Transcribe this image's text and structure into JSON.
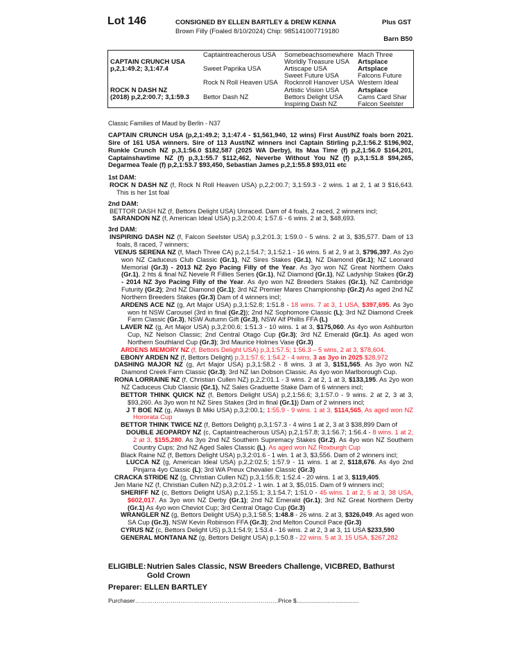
{
  "header": {
    "lot": "Lot 146",
    "consignor": "CONSIGNED BY ELLEN BARTLEY & DREW KENNA",
    "description": "Brown Filly (Foaled 8/10/2024) Chip: 985141007719180",
    "plus_gst": "Plus GST",
    "barn": "Barn B50"
  },
  "pedigree": {
    "rows": [
      [
        [
          "",
          ""
        ],
        [
          "Captaintreacherous USA",
          ""
        ],
        [
          "Somebeachsomewhere",
          ""
        ],
        [
          "Mach Three",
          ""
        ]
      ],
      [
        [
          " CAPTAIN CRUNCH USA",
          "b"
        ],
        [
          "",
          ""
        ],
        [
          "Worldly Treasure USA",
          ""
        ],
        [
          "Artsplace",
          "b"
        ]
      ],
      [
        [
          "p,2,1:49.2; 3,1:47.4",
          "b"
        ],
        [
          "Sweet Paprika USA",
          ""
        ],
        [
          "Artiscape USA",
          ""
        ],
        [
          "Artsplace",
          "b"
        ]
      ],
      [
        [
          "",
          ""
        ],
        [
          "",
          ""
        ],
        [
          "Sweet Future USA",
          ""
        ],
        [
          "Falcons Future",
          ""
        ]
      ],
      [
        [
          "",
          ""
        ],
        [
          "Rock N Roll Heaven USA",
          ""
        ],
        [
          "Rocknroll Hanover USA",
          ""
        ],
        [
          "Western Ideal",
          ""
        ]
      ],
      [
        [
          " ROCK N DASH NZ",
          "b"
        ],
        [
          "",
          ""
        ],
        [
          "Artistic Vision USA",
          ""
        ],
        [
          "Artsplace",
          "b"
        ]
      ],
      [
        [
          "(2018) p,2,2:00.7; 3,1:59.3",
          "b"
        ],
        [
          "Bettor Dash NZ",
          ""
        ],
        [
          "Bettors Delight USA",
          ""
        ],
        [
          "Cams Card Shar",
          ""
        ]
      ],
      [
        [
          "",
          ""
        ],
        [
          "",
          ""
        ],
        [
          "Inspiring Dash NZ",
          ""
        ],
        [
          "Falcon Seelster",
          ""
        ]
      ]
    ]
  },
  "family": "Classic Families of Maud by Berlin - N37",
  "sire_note": "CAPTAIN CRUNCH USA (p,2,1:49.2; 3,1:47.4 - $1,561,940, 12 wins) First Aust/NZ foals born 2021. Sire of 161 USA winners. Sire of 113 Aust/NZ winners incl Captain Stirling p,2,1:56.2 $196,902, Runkle Crunch NZ p,3,1:56.0 $182,587 (2025 WA Derby), Its Maa Time (f) p,2,1:56.0 $164,201, Captainshavtime NZ (f)  p,3,1:55.7 $112,462, Neverbe Without You NZ (f) p,3,1:51.8 $94,265, Degarmea Teale (f) p,2,1:53.7 $93,450, Sebastian James p,2,1:55.8 $93,011 etc",
  "sections": [
    {
      "heading": "1st DAM:",
      "entries": [
        {
          "level": "0",
          "segments": [
            [
              "ROCK N DASH NZ",
              "b"
            ],
            [
              " (f, Rock N Roll Heaven USA) p,2,2:00.7; 3,1:59.3 - 2 wins. 1 at 2, 1 at 3 $16,643. This is her 1st foal",
              ""
            ]
          ]
        }
      ]
    },
    {
      "heading": "2nd DAM:",
      "entries": [
        {
          "level": "0",
          "segments": [
            [
              "BETTOR DASH NZ (f, Bettors Delight USA) Unraced. Dam of 4 foals, 2 raced, 2 winners incl;",
              ""
            ]
          ]
        },
        {
          "level": "m",
          "segments": [
            [
              "SARANDON NZ",
              "b"
            ],
            [
              " (f, American Ideal USA) p,3,2:00.4; 1:57.6 - 6 wins. 2 at 3, $48,693.",
              ""
            ]
          ]
        }
      ]
    },
    {
      "heading": "3rd DAM:",
      "entries": [
        {
          "level": "0",
          "segments": [
            [
              "INSPIRING DASH NZ",
              "b"
            ],
            [
              " (f, Falcon Seelster USA) p,3,2:01.3; 1:59.0 - 5 wins. 2 at 3, $35,577. Dam of 13 foals, 8 raced, 7 winners;",
              ""
            ]
          ]
        },
        {
          "level": "1",
          "segments": [
            [
              "VENUS SERENA NZ",
              "b"
            ],
            [
              " (f, Mach Three CA) p,2,1:54.7; 3,1:52.1 - 16 wins. 5 at 2, 9 at 3, ",
              ""
            ],
            [
              "$796,397",
              "b"
            ],
            [
              ". As 2yo won NZ Caduceus Club Classic ",
              ""
            ],
            [
              "(Gr.1)",
              "b"
            ],
            [
              ", NZ Sires Stakes ",
              ""
            ],
            [
              "(Gr.1)",
              "b"
            ],
            [
              ", NZ Diamond ",
              ""
            ],
            [
              "(Gr.1)",
              "b"
            ],
            [
              "; NZ Leonard Memorial ",
              ""
            ],
            [
              "(Gr.3)",
              "b"
            ],
            [
              " - 2013 NZ 2yo Pacing Filly of the Year",
              "b"
            ],
            [
              ". As 3yo won NZ Great Northern Oaks ",
              ""
            ],
            [
              "(Gr.1)",
              "b"
            ],
            [
              ", 2 hts & final NZ Nevele R Fillies Series ",
              ""
            ],
            [
              "(Gr.1)",
              "b"
            ],
            [
              ", NZ Diamond ",
              ""
            ],
            [
              "(Gr.1)",
              "b"
            ],
            [
              ", NZ Ladyship Stakes ",
              ""
            ],
            [
              "(Gr.2)",
              "b"
            ],
            [
              " - 2014 NZ 3yo Pacing Filly of the Year",
              "b"
            ],
            [
              ". As 4yo won NZ Breeders Stakes ",
              ""
            ],
            [
              "(Gr.1)",
              "b"
            ],
            [
              ", NZ Cambridge Futurity ",
              ""
            ],
            [
              "(Gr.2)",
              "b"
            ],
            [
              "; 2nd NZ Diamond ",
              ""
            ],
            [
              "(Gr.1)",
              "b"
            ],
            [
              "; 3rd NZ Premier Mares Championship ",
              ""
            ],
            [
              "(Gr.2)",
              "b"
            ],
            [
              " As aged 2nd NZ Northern Breeders Stakes ",
              ""
            ],
            [
              "(Gr.3)",
              "b"
            ],
            [
              " Dam of 4 winners incl;",
              ""
            ]
          ]
        },
        {
          "level": "2",
          "segments": [
            [
              "ARDENS ACE NZ",
              "b"
            ],
            [
              " (g, Art Major USA) p,3,1:52.8; 1:51.8 - ",
              ""
            ],
            [
              "18 wins. 7 at 3, 1 USA, ",
              "r"
            ],
            [
              "$397,695",
              "br"
            ],
            [
              ". As 3yo won ht NSW Carousel (3rd in final ",
              ""
            ],
            [
              "(Gr.2)",
              "b"
            ],
            [
              "); 2nd NZ Sophomore Classic ",
              ""
            ],
            [
              "(L)",
              "b"
            ],
            [
              "; 3rd NZ Diamond Creek Farm Classic ",
              ""
            ],
            [
              "(Gr.3)",
              "b"
            ],
            [
              ", NSW Autumn Gift ",
              ""
            ],
            [
              "(Gr.3)",
              "b"
            ],
            [
              ", NSW Alf Phillis FFA ",
              ""
            ],
            [
              "(L)",
              "b"
            ]
          ]
        },
        {
          "level": "2",
          "segments": [
            [
              "LAVER NZ",
              "b"
            ],
            [
              " (g, Art Major USA) p,3,2:00.6; 1:51.3 - 10 wins. 1 at 3, ",
              ""
            ],
            [
              "$175,060",
              "b"
            ],
            [
              ". As 4yo won Ashburton Cup, NZ Nelson Classic; 2nd Central Otago Cup ",
              ""
            ],
            [
              "(Gr.3)",
              "b"
            ],
            [
              "; 3rd NZ Emerald ",
              ""
            ],
            [
              "(Gr.1)",
              "b"
            ],
            [
              ". As aged won Northern Southland Cup ",
              ""
            ],
            [
              "(Gr.3)",
              "b"
            ],
            [
              "; 3rd Maurice Holmes Vase ",
              ""
            ],
            [
              "(Gr.3)",
              "b"
            ]
          ]
        },
        {
          "level": "2",
          "segments": [
            [
              "ARDENS MEMORY NZ",
              "br"
            ],
            [
              " (f, Bettors Delight USA) p,3,1:57.5; 1:56.3 – 5 wins, 2 at 3, $78,604.",
              "r"
            ]
          ]
        },
        {
          "level": "2",
          "segments": [
            [
              "EBONY ARDEN NZ",
              "b"
            ],
            [
              " (f, Bettors Delight) ",
              ""
            ],
            [
              "p,3,1:57.6; 1:54.2 - 4 wins, ",
              "r"
            ],
            [
              "3 as 3yo in 2025",
              "br"
            ],
            [
              " $28,972",
              "r"
            ]
          ]
        },
        {
          "level": "1",
          "segments": [
            [
              "DASHING MAJOR NZ",
              "b"
            ],
            [
              " (g, Art Major USA) p,3,1:58.2 - 8 wins. 3 at 3, ",
              ""
            ],
            [
              "$151,565",
              "b"
            ],
            [
              ". As 3yo won NZ Diamond Creek Farm Classic ",
              ""
            ],
            [
              "(Gr.3)",
              "b"
            ],
            [
              "; 3rd NZ Ian Dobson Classic. As 4yo won Marlborough Cup.",
              ""
            ]
          ]
        },
        {
          "level": "1",
          "segments": [
            [
              "RONA LORRAINE NZ",
              "b"
            ],
            [
              " (f, Christian Cullen NZ) p,2,2:01.1 - 3 wins. 2 at 2, 1 at 3, ",
              ""
            ],
            [
              "$133,195",
              "b"
            ],
            [
              ". As 2yo won NZ Caduceus Club Classic ",
              ""
            ],
            [
              "(Gr.1)",
              "b"
            ],
            [
              ", NZ Sales Graduette Stake Dam of 6 winners incl;",
              ""
            ]
          ]
        },
        {
          "level": "2",
          "segments": [
            [
              "BETTOR THINK QUICK NZ",
              "b"
            ],
            [
              " (f, Bettors Delight USA) p,2,1:56.6; 3,1:57.0 - 9 wins. 2 at 2, 3 at 3, $93,260. As 3yo won ht NZ Sires Stakes (3rd in final ",
              ""
            ],
            [
              "(Gr.1)",
              "b"
            ],
            [
              ") Dam of 2 winners incl;",
              ""
            ]
          ]
        },
        {
          "level": "3",
          "segments": [
            [
              "J T BOE NZ",
              "b"
            ],
            [
              " (g, Always B Miki USA) p,3,2:00.1; ",
              ""
            ],
            [
              "1:55.9 - 9 wins. 1 at 3, ",
              "r"
            ],
            [
              "$114,565",
              "br"
            ],
            [
              ", As aged won NZ Hororata Cup",
              "r"
            ]
          ]
        },
        {
          "level": "2",
          "segments": [
            [
              "BETTOR THINK TWICE NZ",
              "b"
            ],
            [
              " (f, Bettors Delight) p,3,1:57.3 - 4 wins 1 at 2, 3 at 3 $38,899 Dam of",
              ""
            ]
          ]
        },
        {
          "level": "3",
          "segments": [
            [
              "DOUBLE JEOPARDY NZ",
              "b"
            ],
            [
              " (c, Captaintreacherous USA) p,2,1:57.8; 3,1:56.7; 1:56.4 - ",
              ""
            ],
            [
              "8 wins. 1 at 2, 2 at 3, ",
              "r"
            ],
            [
              "$155,280",
              "br"
            ],
            [
              ". As 3yo 2nd NZ Southern Supremacy Stakes ",
              ""
            ],
            [
              "(Gr.2)",
              "b"
            ],
            [
              ". As 4yo won NZ Southern Country Cups; 2nd NZ Aged Sales Classic ",
              ""
            ],
            [
              "(L)",
              "b"
            ],
            [
              ". ",
              ""
            ],
            [
              "As aged won NZ Roxburgh Cup",
              "r"
            ]
          ]
        },
        {
          "level": "2",
          "segments": [
            [
              "Black Raine NZ (f, Bettors Delight USA) p,3,2:01.6 - 1 win. 1 at 3, $3,556. Dam of 2 winners incl;",
              ""
            ]
          ]
        },
        {
          "level": "3",
          "segments": [
            [
              "LUCCA NZ",
              "b"
            ],
            [
              " (g, American Ideal USA) p,2,2:02.5; 1:57.9 - 11 wins. 1 at 2, ",
              ""
            ],
            [
              "$118,676",
              "b"
            ],
            [
              ". As 4yo 2nd Pinjarra 4yo Classic ",
              ""
            ],
            [
              "(L)",
              "b"
            ],
            [
              "; 3rd WA Preux Chevalier Classic ",
              ""
            ],
            [
              "(Gr.3)",
              "b"
            ]
          ]
        },
        {
          "level": "1",
          "segments": [
            [
              "CRACKA STRIDE NZ",
              "b"
            ],
            [
              " (g, Christian Cullen NZ) p,3,1:55.8; 1:52.4 - 20 wins. 1 at 3, ",
              ""
            ],
            [
              "$119,405",
              "b"
            ],
            [
              ".",
              ""
            ]
          ]
        },
        {
          "level": "1",
          "segments": [
            [
              "Jen Marie NZ (f, Christian Cullen NZ) p,3,2:01.2 - 1 win. 1 at 3, $5,015. Dam of 9 winners incl;",
              ""
            ]
          ]
        },
        {
          "level": "2",
          "segments": [
            [
              "SHERIFF NZ",
              "b"
            ],
            [
              " (c, Bettors Delight USA) p,2,1:55.1; 3,1:54.7; 1:51.0 - ",
              ""
            ],
            [
              "45 wins. 1 at 2, 5 at 3, 38 USA, ",
              "r"
            ],
            [
              "$602,017",
              "br"
            ],
            [
              ". As 3yo won NZ Derby ",
              ""
            ],
            [
              "(Gr.1)",
              "b"
            ],
            [
              "; 2nd NZ Emerald ",
              ""
            ],
            [
              "(Gr.1)",
              "b"
            ],
            [
              "; 3rd NZ Great Northern Derby ",
              ""
            ],
            [
              "(Gr.1)",
              "b"
            ],
            [
              " As 4yo won Cheviot Cup; 3rd Central Otago Cup ",
              ""
            ],
            [
              "(Gr.3)",
              "b"
            ]
          ]
        },
        {
          "level": "2",
          "segments": [
            [
              "WRANGLER NZ",
              "b"
            ],
            [
              " (g, Bettors Delight USA) p,3,1:58.5; ",
              ""
            ],
            [
              "1:48.8",
              "b"
            ],
            [
              " - 26 wins. 2 at 3, ",
              ""
            ],
            [
              "$326,049",
              "b"
            ],
            [
              ". As aged won SA Cup ",
              ""
            ],
            [
              "(Gr.3)",
              "b"
            ],
            [
              ", NSW Kevin Robinson FFA ",
              ""
            ],
            [
              "(Gr.3)",
              "b"
            ],
            [
              "; 2nd Melton Council Pace ",
              ""
            ],
            [
              "(Gr.3)",
              "b"
            ]
          ]
        },
        {
          "level": "2",
          "segments": [
            [
              "CYRUS NZ",
              "b"
            ],
            [
              " (c, Bettors Delight US) p,3,1:54.9; 1:53.4 - 16 wins. 2 at 2, 3 at 3, 11 USA ",
              ""
            ],
            [
              "$233,590",
              "b"
            ]
          ]
        },
        {
          "level": "2",
          "segments": [
            [
              "GENERAL MONTANA NZ",
              "b"
            ],
            [
              " (g, Bettors Delight USA) p,1:50.8 - ",
              ""
            ],
            [
              "22 wins. 5 at 3, 15 USA, $267,282",
              "r"
            ]
          ]
        }
      ]
    }
  ],
  "eligible": {
    "label": "ELIGIBLE:",
    "value": "Nutrien Sales Classic, NSW Breeders Challenge, VICBRED, Bathurst Gold Crown"
  },
  "preparer": "Preparer: ELLEN BARTLEY",
  "purchaser": {
    "label": "Purchaser……………………………………………………………….",
    "price": "Price $......................................"
  }
}
